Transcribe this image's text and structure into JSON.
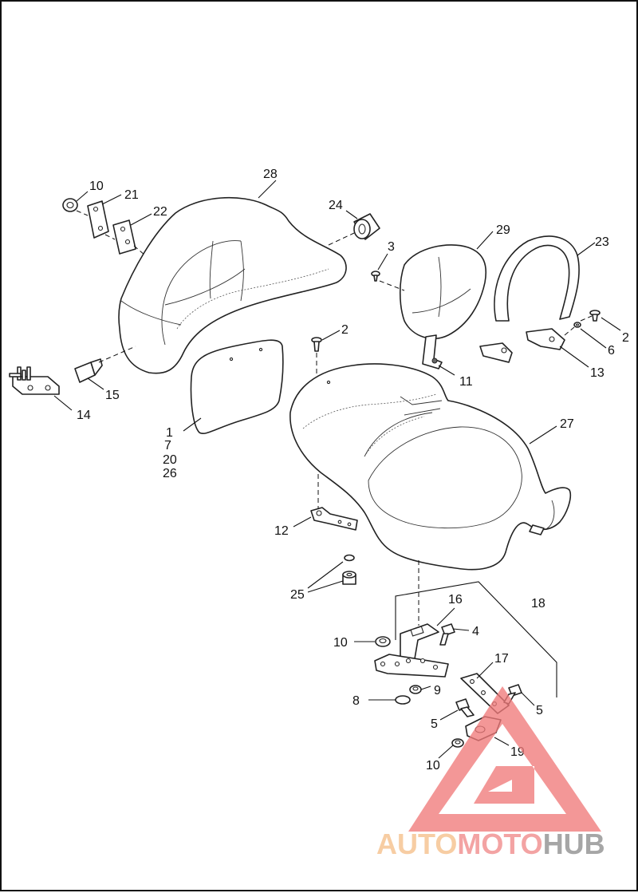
{
  "diagram": {
    "callouts": [
      {
        "id": "c28",
        "text": "28"
      },
      {
        "id": "c10a",
        "text": "10"
      },
      {
        "id": "c21",
        "text": "21"
      },
      {
        "id": "c22",
        "text": "22"
      },
      {
        "id": "c24",
        "text": "24"
      },
      {
        "id": "c29",
        "text": "29"
      },
      {
        "id": "c3",
        "text": "3"
      },
      {
        "id": "c23",
        "text": "23"
      },
      {
        "id": "c2a",
        "text": "2"
      },
      {
        "id": "c2b",
        "text": "2"
      },
      {
        "id": "c6",
        "text": "6"
      },
      {
        "id": "c13",
        "text": "13"
      },
      {
        "id": "c11",
        "text": "11"
      },
      {
        "id": "c15",
        "text": "15"
      },
      {
        "id": "c14",
        "text": "14"
      },
      {
        "id": "c1",
        "text": "1"
      },
      {
        "id": "c7",
        "text": "7"
      },
      {
        "id": "c20",
        "text": "20"
      },
      {
        "id": "c26",
        "text": "26"
      },
      {
        "id": "c27",
        "text": "27"
      },
      {
        "id": "c12",
        "text": "12"
      },
      {
        "id": "c25",
        "text": "25"
      },
      {
        "id": "c18",
        "text": "18"
      },
      {
        "id": "c16",
        "text": "16"
      },
      {
        "id": "c4",
        "text": "4"
      },
      {
        "id": "c10b",
        "text": "10"
      },
      {
        "id": "c9",
        "text": "9"
      },
      {
        "id": "c17",
        "text": "17"
      },
      {
        "id": "c8",
        "text": "8"
      },
      {
        "id": "c5a",
        "text": "5"
      },
      {
        "id": "c5b",
        "text": "5"
      },
      {
        "id": "c19",
        "text": "19"
      },
      {
        "id": "c10c",
        "text": "10"
      }
    ]
  },
  "watermark": {
    "part_a": "AUTO",
    "part_b": "MOTO",
    "part_c": "HUB",
    "colors": {
      "auto": "#f5c08a",
      "moto": "#f08a8a",
      "hub": "#8e8e8e",
      "triangle": "#f07a7a"
    }
  }
}
